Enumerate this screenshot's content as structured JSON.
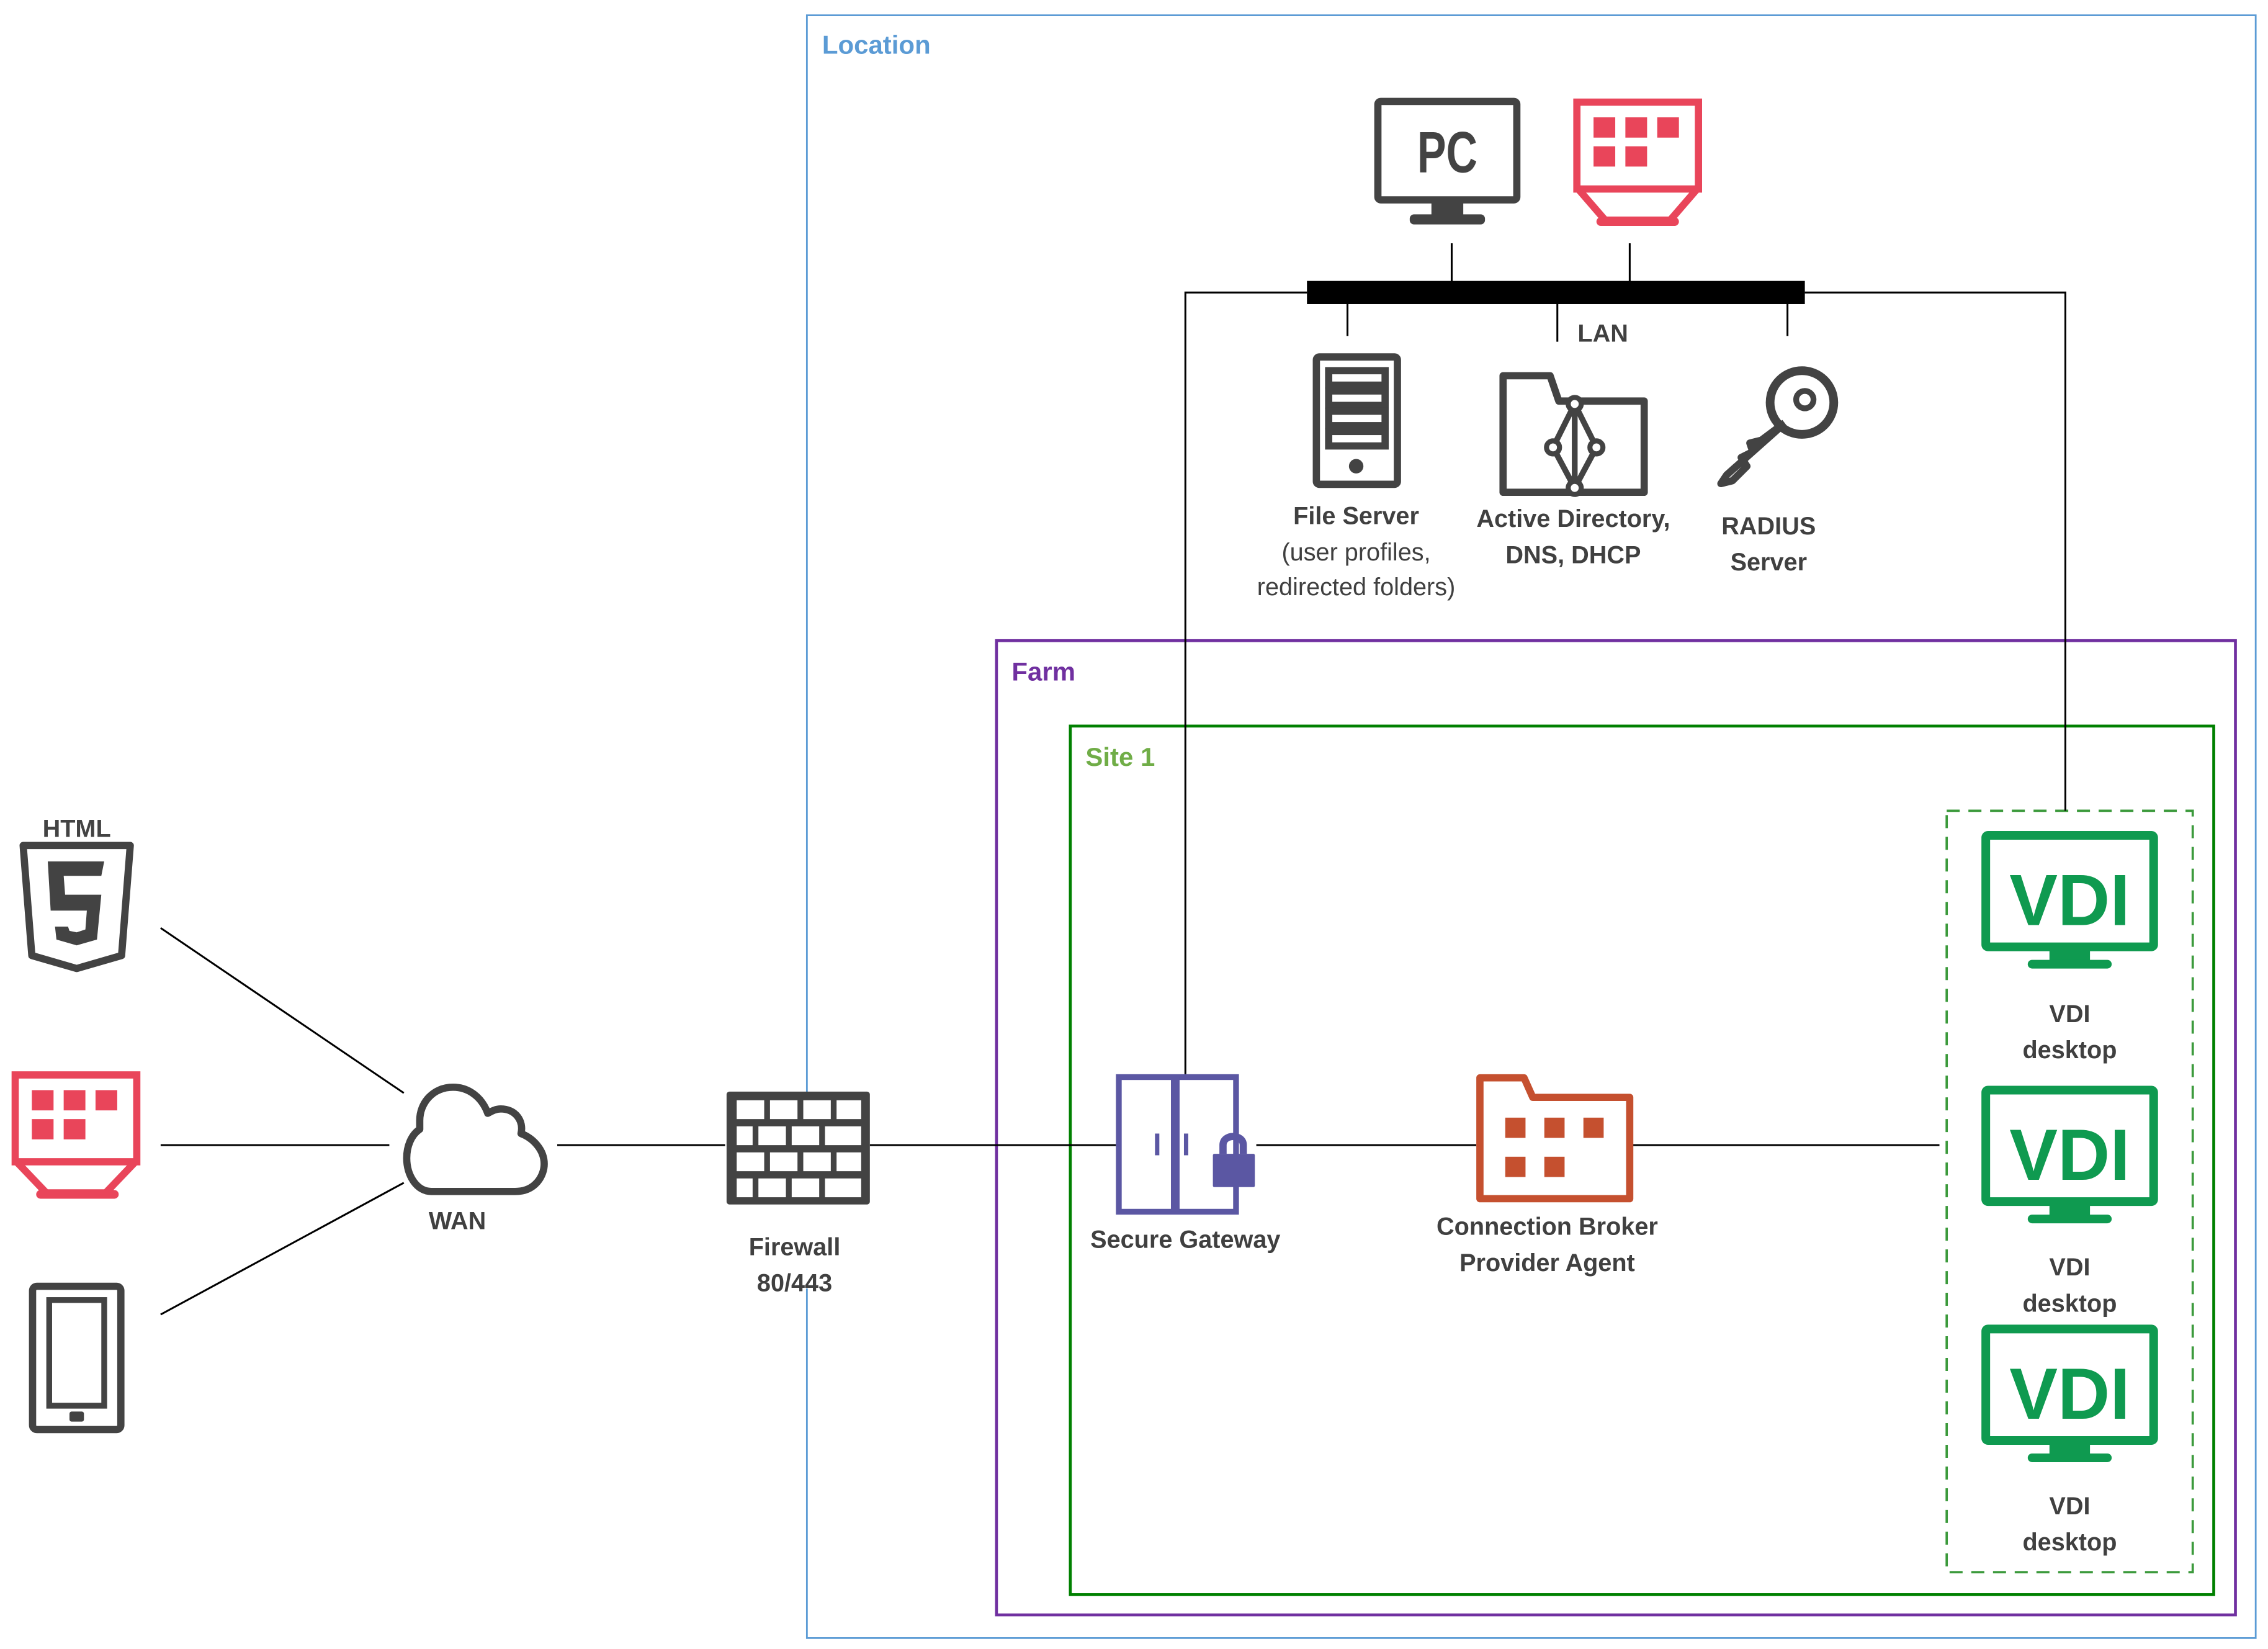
{
  "zones": {
    "location": {
      "title": "Location",
      "color": "#5b9bd5"
    },
    "farm": {
      "title": "Farm",
      "color": "#7030a0"
    },
    "site": {
      "title": "Site 1",
      "color": "#70ad47",
      "border_color": "#008000"
    },
    "vdi_group": {
      "border_color": "#3c9a3c"
    }
  },
  "lan": {
    "label": "LAN"
  },
  "lan_devices": [
    {
      "icon": "pc-monitor-icon",
      "glyph": "PC"
    },
    {
      "icon": "thin-client-icon"
    }
  ],
  "servers": [
    {
      "icon": "file-server-icon",
      "title": "File Server",
      "subtitle_line1": "(user profiles,",
      "subtitle_line2": "redirected folders)"
    },
    {
      "icon": "active-directory-folder-icon",
      "title_line1": "Active Directory,",
      "title_line2": "DNS, DHCP"
    },
    {
      "icon": "radius-key-icon",
      "title_line1": "RADIUS",
      "title_line2": "Server"
    }
  ],
  "clients": [
    {
      "icon": "html5-icon",
      "glyph_top": "HTML",
      "glyph": "5"
    },
    {
      "icon": "thin-client-icon"
    },
    {
      "icon": "tablet-icon"
    }
  ],
  "wan": {
    "label": "WAN",
    "icon": "cloud-icon"
  },
  "firewall": {
    "label_line1": "Firewall",
    "label_line2": "80/443",
    "icon": "firewall-icon"
  },
  "gateway": {
    "label": "Secure Gateway",
    "icon": "secure-gateway-icon",
    "color": "#5b57a3"
  },
  "broker": {
    "label_line1": "Connection Broker",
    "label_line2": "Provider Agent",
    "icon": "connection-broker-icon",
    "color": "#c5502f"
  },
  "vdi_desktops": [
    {
      "glyph": "VDI",
      "label_line1": "VDI",
      "label_line2": "desktop"
    },
    {
      "glyph": "VDI",
      "label_line1": "VDI",
      "label_line2": "desktop"
    },
    {
      "glyph": "VDI",
      "label_line1": "VDI",
      "label_line2": "desktop"
    }
  ],
  "colors": {
    "icon_dark": "#434343",
    "thin_client": "#e9455a",
    "vdi_green": "#0f9a50"
  }
}
